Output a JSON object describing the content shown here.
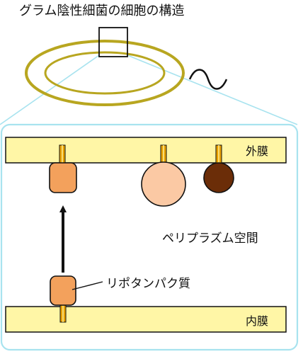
{
  "title": "グラム陰性細菌の細胞の構造",
  "labels": {
    "outer_membrane": "外膜",
    "inner_membrane": "内膜",
    "periplasm": "ペリプラズム空間",
    "lipoprotein": "リポタンパク質"
  },
  "colors": {
    "cell_ring": "#b8a620",
    "zoom_outline": "#a8e3ef",
    "membrane_fill": "#fff6a6",
    "lipid_anchor": "#e9a100",
    "lipoprotein_fill": "#f3a15c",
    "protein_light": "#fbc9a4",
    "protein_dark": "#6b2d08",
    "arrow": "#111111"
  },
  "icons": {
    "flagellum": "wavy-line",
    "transport_arrow": "up-arrow"
  }
}
